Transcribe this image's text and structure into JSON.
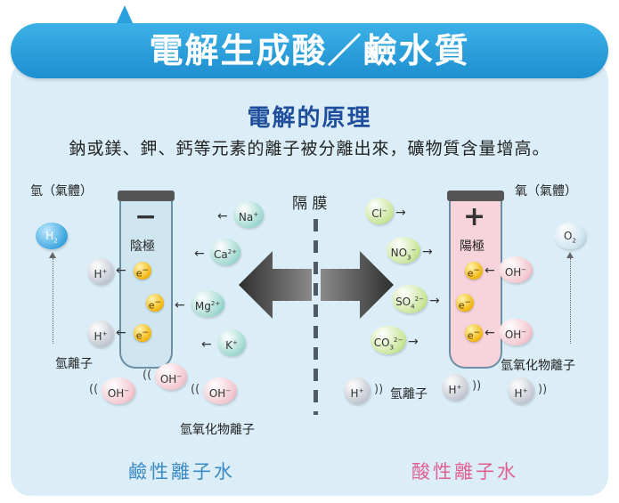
{
  "banner": {
    "title": "電解生成酸／鹼水質"
  },
  "heading": "電解的原理",
  "subheading": "鈉或鎂、鉀、鈣等元素的離子被分離出來，礦物質含量增高。",
  "membrane_label": "隔 膜",
  "left": {
    "gas_label": "氫（氣體）",
    "gas_symbol": "H",
    "gas_sub": "2",
    "electrode_sign": "−",
    "electrode_label": "陰極",
    "hydrogen_ion_label": "氫離子",
    "hydroxide_ion_label": "氫氧化物離子",
    "water_label": "鹼性離子水"
  },
  "right": {
    "gas_label": "氧（氣體）",
    "gas_symbol": "O",
    "gas_sub": "2",
    "electrode_sign": "+",
    "electrode_label": "陽極",
    "hydrogen_ion_label": "氫離子",
    "hydroxide_ion_label": "氫氧化物離子",
    "water_label": "酸性離子水"
  },
  "ions": {
    "na": {
      "base": "Na",
      "charge": "+"
    },
    "ca": {
      "base": "Ca",
      "charge": "2+"
    },
    "mg": {
      "base": "Mg",
      "charge": "2+"
    },
    "k": {
      "base": "K",
      "charge": "+"
    },
    "cl": {
      "base": "Cl",
      "charge": "−"
    },
    "no3": {
      "base": "NO",
      "sub": "3",
      "charge": "−"
    },
    "so4": {
      "base": "SO",
      "sub": "4",
      "charge": "2−"
    },
    "co3": {
      "base": "CO",
      "sub": "3",
      "charge": "2−"
    },
    "h": {
      "base": "H",
      "charge": "+"
    },
    "oh": {
      "base": "OH",
      "charge": "−"
    },
    "electron": {
      "base": "e",
      "charge": "−"
    }
  },
  "colors": {
    "banner": "#2196d3",
    "heading": "#1f4e9c",
    "alkaline_text": "#3b8ac4",
    "acidic_text": "#e0608f",
    "cathode_fill": "#cfe6f0",
    "anode_fill": "#f7d3dc",
    "big_arrow": "#3a3a3a"
  }
}
